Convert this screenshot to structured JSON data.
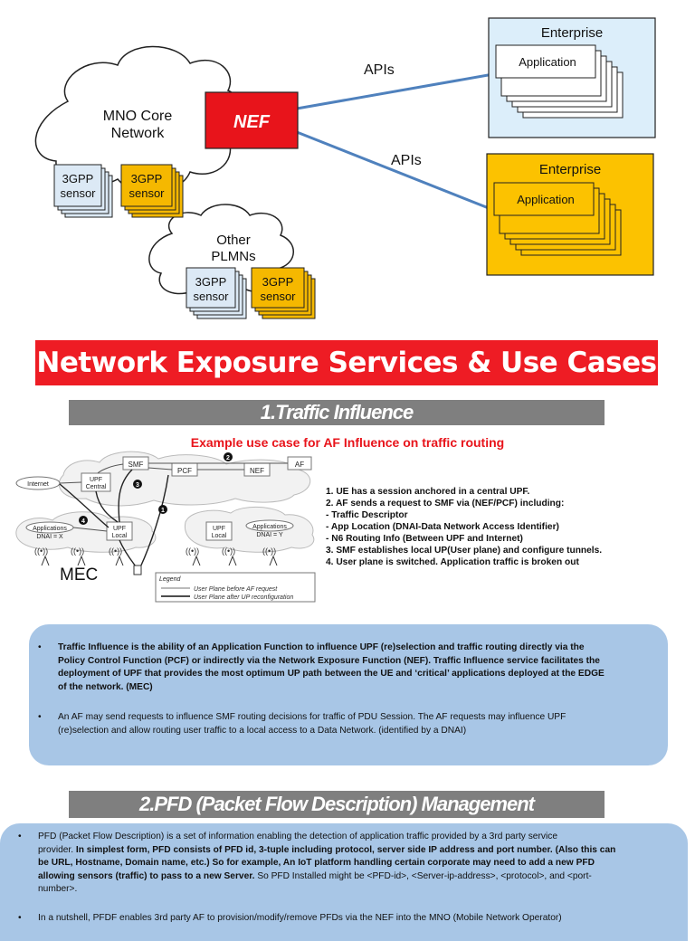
{
  "diagram_top": {
    "enterprise_label": "Enterprise",
    "application_label": "Application",
    "nef_label": "NEF",
    "apis_label": "APIs",
    "mno_core": [
      "MNO Core",
      "Network"
    ],
    "other_plmns": [
      "Other",
      "PLMNs"
    ],
    "sensor_label": [
      "3GPP",
      "sensor"
    ]
  },
  "banner_title": "Network Exposure Services & Use Cases",
  "section1": {
    "heading": "1.Traffic Influence",
    "subtitle": "Example use case for AF Influence on traffic routing",
    "diagram": {
      "smf": "SMF",
      "pcf": "PCF",
      "nef": "NEF",
      "af": "AF",
      "internet": "Internet",
      "upf_central": [
        "UPF",
        "Central"
      ],
      "upf_local": [
        "UPF",
        "Local"
      ],
      "applications": "Applications",
      "dnai_x": "DNAI = X",
      "dnai_y": "DNAI = Y",
      "step_nums": [
        "1",
        "2",
        "3",
        "4"
      ],
      "mec": "MEC",
      "legend_title": "Legend",
      "legend_items": [
        "User Plane before AF request",
        "User Plane after UP reconfiguration"
      ]
    },
    "steps": [
      "1.     UE has a session anchored in a central UPF.",
      "2.     AF sends a request to SMF via (NEF/PCF) including:",
      "         - Traffic Descriptor",
      "         - App Location (DNAI-Data Network Access Identifier)",
      "         - N6 Routing Info (Between UPF and Internet)",
      "3.     SMF establishes local UP(User plane) and configure tunnels.",
      "4.     User plane is switched. Application traffic is broken out"
    ],
    "bullet1_lines": [
      "Traffic Influence is the ability of an Application Function to influence UPF (re)selection and traffic routing directly via the",
      "Policy Control Function (PCF) or indirectly via the Network Exposure Function (NEF). Traffic Influence service facilitates the",
      "deployment of UPF that provides the most optimum UP path between the UE and ‘critical’ applications deployed at the EDGE",
      "of the network. (MEC)"
    ],
    "bullet2_lines": [
      "An AF may send requests to influence SMF routing decisions for traffic of PDU Session. The AF requests may influence UPF",
      "(re)selection and allow routing user traffic to a local access to a Data Network. (identified by a DNAI)"
    ]
  },
  "section2": {
    "heading": "2.PFD (Packet Flow Description) Management",
    "p1_line1": "PFD (Packet Flow Description) is a set of information enabling the detection of application traffic provided by a 3rd party service",
    "p1_line2_a": "provider.",
    "p1_line2_b": " In simplest form, PFD consists of PFD id, 3-tuple including protocol, server side IP address and port number. (Also this can",
    "p1_line3": "be URL, Hostname, Domain name, etc.) So for example, An IoT platform handling certain corporate may need to add a new PFD",
    "p1_line4_a": "allowing sensors (traffic) to pass to a new Server.",
    "p1_line4_b": " So PFD Installed might be <PFD-id>, <Server-ip-address>, <protocol>, and <port-",
    "p1_line5": "number>.",
    "p2_line1": "In a nutshell, PFDF enables 3rd party AF to provision/modify/remove PFDs via the NEF into the MNO (Mobile Network Operator)"
  },
  "bullet_symbol": "•"
}
